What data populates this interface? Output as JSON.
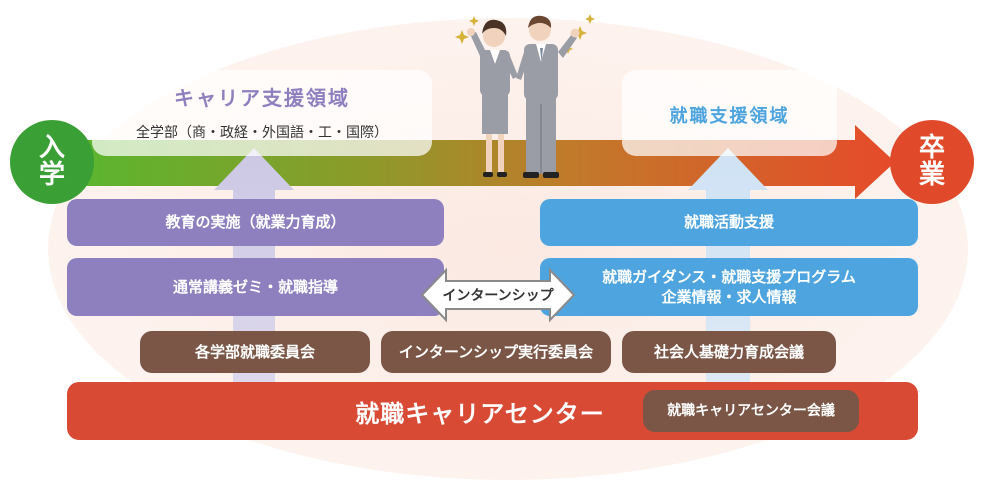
{
  "start_label": [
    "入",
    "学"
  ],
  "end_label": [
    "卒",
    "業"
  ],
  "career_area": {
    "title": "キャリア支援領域",
    "subtitle": "全学部（商・政経・外国語・工・国際）"
  },
  "job_area": {
    "title": "就職支援領域"
  },
  "purple_boxes": [
    "教育の実施（就業力育成）",
    "通常講義ゼミ・就職指導"
  ],
  "blue_boxes": [
    "就職活動支援",
    "就職ガイダンス・就職支援プログラム\n企業情報・求人情報"
  ],
  "internship_arrow": "インターンシップ",
  "committees": [
    "各学部就職委員会",
    "インターンシップ実行委員会",
    "社会人基礎力育成会議"
  ],
  "center": {
    "title": "就職キャリアセンター",
    "meeting": "就職キャリアセンター会議"
  },
  "colors": {
    "start_green": "#3aa035",
    "end_red": "#e04a2a",
    "purple": "#8e7fbf",
    "blue": "#4ea4de",
    "brown": "#7b5646",
    "center_red": "#d94a35",
    "title_purple": "#8e7fbf",
    "title_blue": "#4ea4de"
  }
}
